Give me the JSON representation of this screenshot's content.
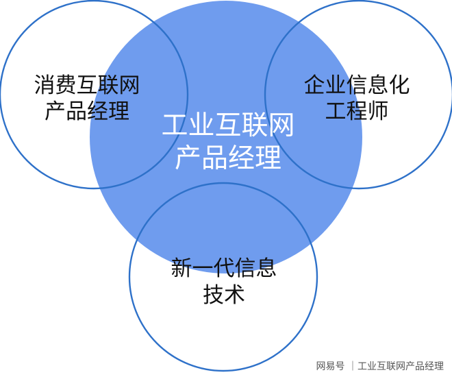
{
  "diagram": {
    "type": "venn",
    "colors": {
      "center_fill": "#6f9cee",
      "outline": "#2e71c9",
      "outer_text": "#111111",
      "center_text": "#ffffff",
      "background": "#ffffff"
    },
    "center": {
      "line1": "工业互联网",
      "line2": "产品经理"
    },
    "left": {
      "line1": "消费互联网",
      "line2": "产品经理"
    },
    "right": {
      "line1": "企业信息化",
      "line2": "工程师"
    },
    "bottom": {
      "line1": "新一代信息",
      "line2": "技术"
    }
  },
  "watermark": {
    "text": "网易号 ｜工业互联网产品经理"
  }
}
